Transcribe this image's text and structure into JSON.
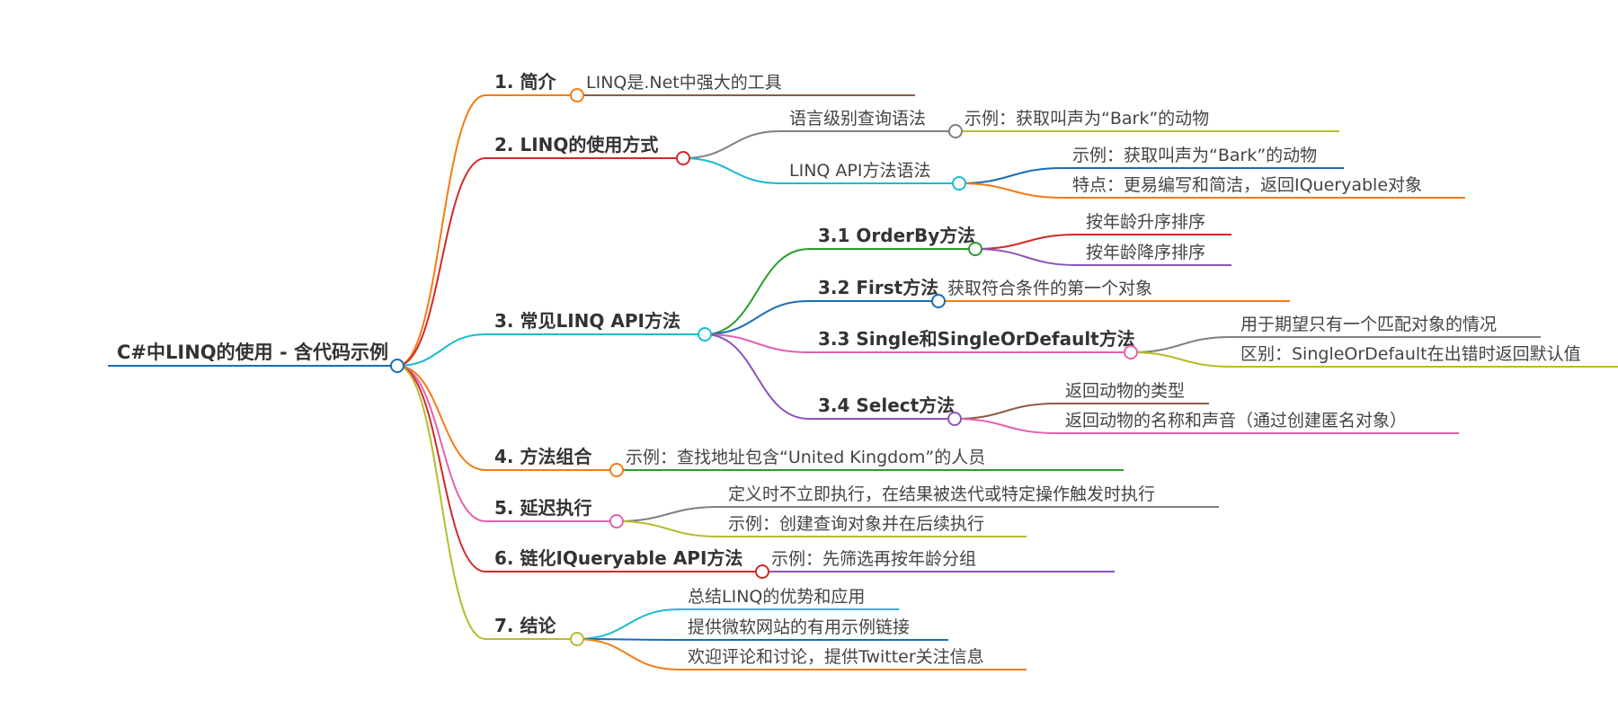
{
  "colors": {
    "orange": "#f47c14",
    "red": "#d02a2a",
    "cyan": "#1cbbcd",
    "green": "#2a9d2a",
    "blue": "#1a6db5",
    "pink": "#e460b0",
    "purple": "#8a52bd",
    "olive": "#b5bc2c",
    "brown": "#8d5a4a",
    "gray": "#808080"
  },
  "root": {
    "label": "C#中LINQ的使用 - 含代码示例",
    "color": "blue"
  },
  "branches": [
    {
      "id": "b1",
      "label": "1. 简介",
      "color": "orange",
      "children": [
        {
          "id": "b1c1",
          "label": "LINQ是.Net中强大的工具",
          "color": "brown"
        }
      ]
    },
    {
      "id": "b2",
      "label": "2. LINQ的使用方式",
      "color": "red",
      "children": [
        {
          "id": "b2c1",
          "label": "语言级别查询语法",
          "color": "gray",
          "children": [
            {
              "id": "b2c1a",
              "label": "示例：获取叫声为“Bark”的动物",
              "color": "olive"
            }
          ]
        },
        {
          "id": "b2c2",
          "label": "LINQ API方法语法",
          "color": "cyan",
          "children": [
            {
              "id": "b2c2a",
              "label": "示例：获取叫声为“Bark”的动物",
              "color": "blue"
            },
            {
              "id": "b2c2b",
              "label": "特点：更易编写和简洁，返回IQueryable对象",
              "color": "orange"
            }
          ]
        }
      ]
    },
    {
      "id": "b3",
      "label": "3. 常见LINQ API方法",
      "color": "cyan",
      "children": [
        {
          "id": "b3c1",
          "label": "3.1 OrderBy方法",
          "color": "green",
          "children": [
            {
              "id": "b3c1a",
              "label": "按年龄升序排序",
              "color": "red"
            },
            {
              "id": "b3c1b",
              "label": "按年龄降序排序",
              "color": "purple"
            }
          ]
        },
        {
          "id": "b3c2",
          "label": "3.2 First方法",
          "color": "blue",
          "children": [
            {
              "id": "b3c2a",
              "label": "获取符合条件的第一个对象",
              "color": "orange"
            }
          ]
        },
        {
          "id": "b3c3",
          "label": "3.3 Single和SingleOrDefault方法",
          "color": "pink",
          "children": [
            {
              "id": "b3c3a",
              "label": "用于期望只有一个匹配对象的情况",
              "color": "gray"
            },
            {
              "id": "b3c3b",
              "label": "区别：SingleOrDefault在出错时返回默认值",
              "color": "olive"
            }
          ]
        },
        {
          "id": "b3c4",
          "label": "3.4 Select方法",
          "color": "purple",
          "children": [
            {
              "id": "b3c4a",
              "label": "返回动物的类型",
              "color": "brown"
            },
            {
              "id": "b3c4b",
              "label": "返回动物的名称和声音（通过创建匿名对象）",
              "color": "pink"
            }
          ]
        }
      ]
    },
    {
      "id": "b4",
      "label": "4. 方法组合",
      "color": "orange",
      "children": [
        {
          "id": "b4c1",
          "label": "示例：查找地址包含“United Kingdom”的人员",
          "color": "green"
        }
      ]
    },
    {
      "id": "b5",
      "label": "5. 延迟执行",
      "color": "pink",
      "children": [
        {
          "id": "b5c1",
          "label": "定义时不立即执行，在结果被迭代或特定操作触发时执行",
          "color": "gray"
        },
        {
          "id": "b5c2",
          "label": "示例：创建查询对象并在后续执行",
          "color": "olive"
        }
      ]
    },
    {
      "id": "b6",
      "label": "6. 链化IQueryable API方法",
      "color": "red",
      "children": [
        {
          "id": "b6c1",
          "label": "示例：先筛选再按年龄分组",
          "color": "purple"
        }
      ]
    },
    {
      "id": "b7",
      "label": "7. 结论",
      "color": "olive",
      "children": [
        {
          "id": "b7c1",
          "label": "总结LINQ的优势和应用",
          "color": "cyan"
        },
        {
          "id": "b7c2",
          "label": "提供微软网站的有用示例链接",
          "color": "blue"
        },
        {
          "id": "b7c3",
          "label": "欢迎评论和讨论，提供Twitter关注信息",
          "color": "orange"
        }
      ]
    }
  ]
}
